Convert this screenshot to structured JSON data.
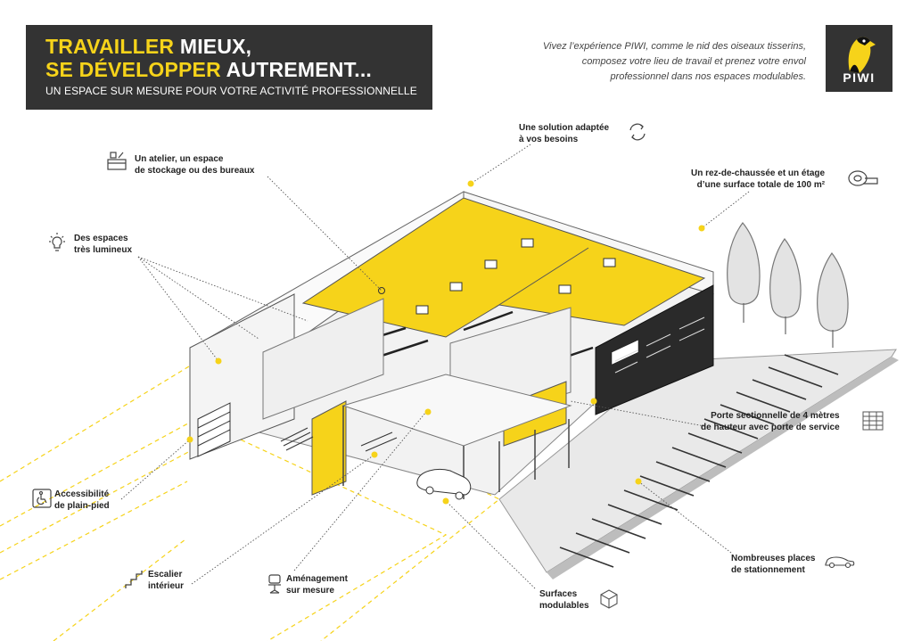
{
  "header": {
    "line1_highlight": "TRAVAILLER",
    "line1_rest": " MIEUX,",
    "line2_highlight": "SE DÉVELOPPER",
    "line2_rest": " AUTREMENT...",
    "subtitle": "UN ESPACE SUR MESURE POUR VOTRE ACTIVITÉ PROFESSIONNELLE"
  },
  "intro": {
    "line1": "Vivez l’expérience PIWI, comme le nid des oiseaux tisserins,",
    "line2": "composez votre lieu de travail et prenez votre envol",
    "line3": "professionnel dans nos espaces modulables."
  },
  "logo": {
    "text": "PIWI"
  },
  "colors": {
    "accent": "#f6d31a",
    "dark": "#333333",
    "line": "#555555"
  },
  "callouts": {
    "atelier": {
      "line1": "Un atelier, un espace",
      "line2": "de stockage ou des bureaux",
      "icon": "workbench-icon"
    },
    "solution": {
      "line1": "Une solution adaptée",
      "line2": "à vos besoins",
      "icon": "refresh-cycle-icon"
    },
    "surface": {
      "line1": "Un rez-de-chaussée et un étage",
      "line2": "d’une surface totale de 100 m²",
      "icon": "tape-measure-icon"
    },
    "lumineux": {
      "line1": "Des espaces",
      "line2": "très lumineux",
      "icon": "lightbulb-icon"
    },
    "porte": {
      "line1": "Porte sectionnelle de 4 mètres",
      "line2": "de hauteur avec porte de service",
      "icon": "sectional-door-icon"
    },
    "accessibilite": {
      "line1": "Accessibilité",
      "line2": "de plain-pied",
      "icon": "wheelchair-icon"
    },
    "escalier": {
      "line1": "Escalier",
      "line2": "intérieur",
      "icon": "stairs-icon"
    },
    "amenagement": {
      "line1": "Aménagement",
      "line2": "sur mesure",
      "icon": "chair-icon"
    },
    "surfaces": {
      "line1": "Surfaces",
      "line2": "modulables",
      "icon": "cube-icon"
    },
    "places": {
      "line1": "Nombreuses places",
      "line2": "de stationnement",
      "icon": "car-icon"
    }
  }
}
